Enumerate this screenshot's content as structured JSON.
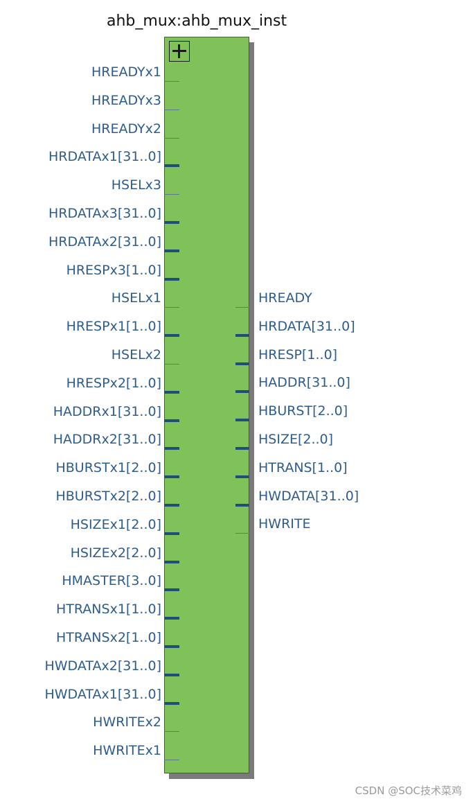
{
  "title": "ahb_mux:ahb_mux_inst",
  "watermark": "CSDN @SOC技术菜鸡",
  "colors": {
    "block_fill": "#80c15a",
    "block_border": "#2f6b2a",
    "shadow": "#7a7a7a",
    "pin_label": "#2d5c8c",
    "pin_line": "#1f4e79"
  },
  "icons": {
    "expand": "plus-box-icon"
  },
  "left_ports": [
    {
      "label": "HREADYx1",
      "bus": false
    },
    {
      "label": "HREADYx3",
      "bus": false
    },
    {
      "label": "HREADYx2",
      "bus": false
    },
    {
      "label": "HRDATAx1[31..0]",
      "bus": true
    },
    {
      "label": "HSELx3",
      "bus": false
    },
    {
      "label": "HRDATAx3[31..0]",
      "bus": true
    },
    {
      "label": "HRDATAx2[31..0]",
      "bus": true
    },
    {
      "label": "HRESPx3[1..0]",
      "bus": true
    },
    {
      "label": "HSELx1",
      "bus": false
    },
    {
      "label": "HRESPx1[1..0]",
      "bus": true
    },
    {
      "label": "HSELx2",
      "bus": false
    },
    {
      "label": "HRESPx2[1..0]",
      "bus": true
    },
    {
      "label": "HADDRx1[31..0]",
      "bus": true
    },
    {
      "label": "HADDRx2[31..0]",
      "bus": true
    },
    {
      "label": "HBURSTx1[2..0]",
      "bus": true
    },
    {
      "label": "HBURSTx2[2..0]",
      "bus": true
    },
    {
      "label": "HSIZEx1[2..0]",
      "bus": true
    },
    {
      "label": "HSIZEx2[2..0]",
      "bus": true
    },
    {
      "label": "HMASTER[3..0]",
      "bus": true
    },
    {
      "label": "HTRANSx1[1..0]",
      "bus": true
    },
    {
      "label": "HTRANSx2[1..0]",
      "bus": true
    },
    {
      "label": "HWDATAx2[31..0]",
      "bus": true
    },
    {
      "label": "HWDATAx1[31..0]",
      "bus": true
    },
    {
      "label": "HWRITEx2",
      "bus": false
    },
    {
      "label": "HWRITEx1",
      "bus": false
    }
  ],
  "right_ports": [
    {
      "label": "HREADY",
      "bus": false
    },
    {
      "label": "HRDATA[31..0]",
      "bus": true
    },
    {
      "label": "HRESP[1..0]",
      "bus": true
    },
    {
      "label": "HADDR[31..0]",
      "bus": true
    },
    {
      "label": "HBURST[2..0]",
      "bus": true
    },
    {
      "label": "HSIZE[2..0]",
      "bus": true
    },
    {
      "label": "HTRANS[1..0]",
      "bus": true
    },
    {
      "label": "HWDATA[31..0]",
      "bus": true
    },
    {
      "label": "HWRITE",
      "bus": false
    }
  ]
}
